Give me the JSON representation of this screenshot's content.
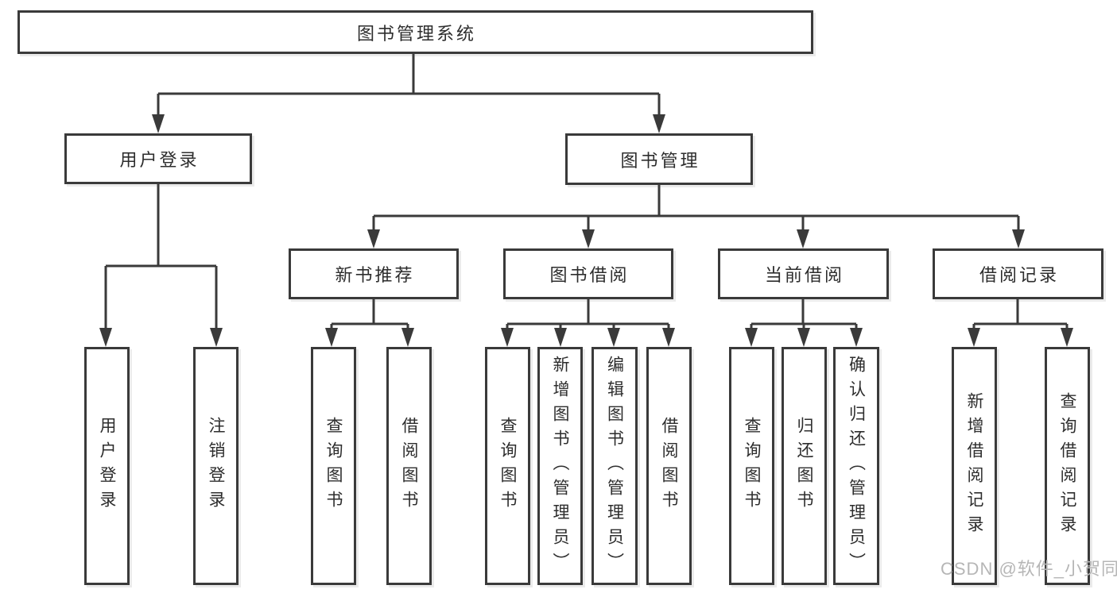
{
  "tree": {
    "label": "图书管理系统",
    "children": [
      {
        "label": "用户登录",
        "children": [
          {
            "label": "用户登录"
          },
          {
            "label": "注销登录"
          }
        ]
      },
      {
        "label": "图书管理",
        "children": [
          {
            "label": "新书推荐",
            "children": [
              {
                "label": "查询图书"
              },
              {
                "label": "借阅图书"
              }
            ]
          },
          {
            "label": "图书借阅",
            "children": [
              {
                "label": "查询图书"
              },
              {
                "label": "新增图书（管理员）"
              },
              {
                "label": "编辑图书（管理员）"
              },
              {
                "label": "借阅图书"
              }
            ]
          },
          {
            "label": "当前借阅",
            "children": [
              {
                "label": "查询图书"
              },
              {
                "label": "归还图书"
              },
              {
                "label": "确认归还（管理员）"
              }
            ]
          },
          {
            "label": "借阅记录",
            "children": [
              {
                "label": "新增借阅记录"
              },
              {
                "label": "查询借阅记录"
              }
            ]
          }
        ]
      }
    ]
  },
  "watermark": {
    "text": "CSDN @软件_小贺同学"
  },
  "colors": {
    "line": "#3a3a3a",
    "box_border": "#3a3a3a",
    "text": "#2d2d2d",
    "watermark": "#b6b6b6",
    "background": "#ffffff"
  }
}
